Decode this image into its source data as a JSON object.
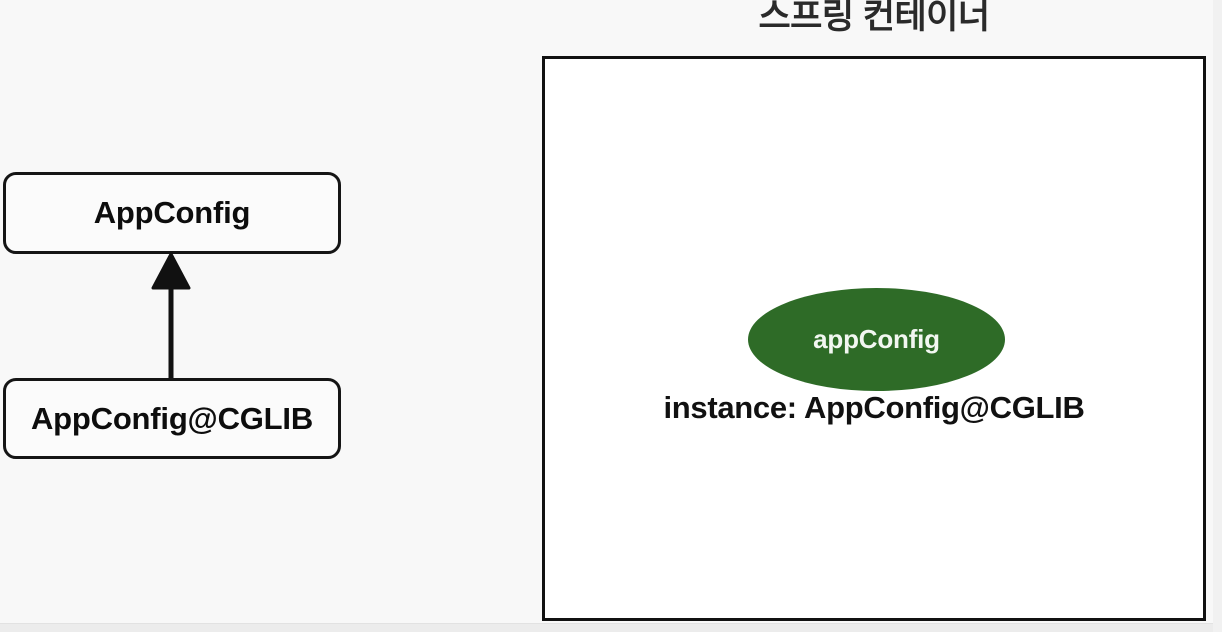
{
  "diagram": {
    "type": "uml-class-and-container",
    "title": "스프링 컨테이너",
    "left_panel": {
      "boxes": [
        {
          "label": "AppConfig"
        },
        {
          "label": "AppConfig@CGLIB"
        }
      ],
      "relation": {
        "kind": "inheritance",
        "from": "AppConfig@CGLIB",
        "to": "AppConfig",
        "arrow": "hollow-up-triangle"
      }
    },
    "right_panel": {
      "container_label": "스프링 컨테이너",
      "bean": {
        "name": "appConfig",
        "instance_label": "instance: AppConfig@CGLIB",
        "shape": "ellipse",
        "fill": "#2e6b27",
        "text_color": "#f2f7f1"
      }
    },
    "colors": {
      "page_background": "#f8f8f8",
      "container_background": "#ffffff",
      "box_fill": "#fbfbfb",
      "stroke": "#111111",
      "bean_green": "#2e6b27",
      "title_color": "#2a2a2a"
    }
  }
}
